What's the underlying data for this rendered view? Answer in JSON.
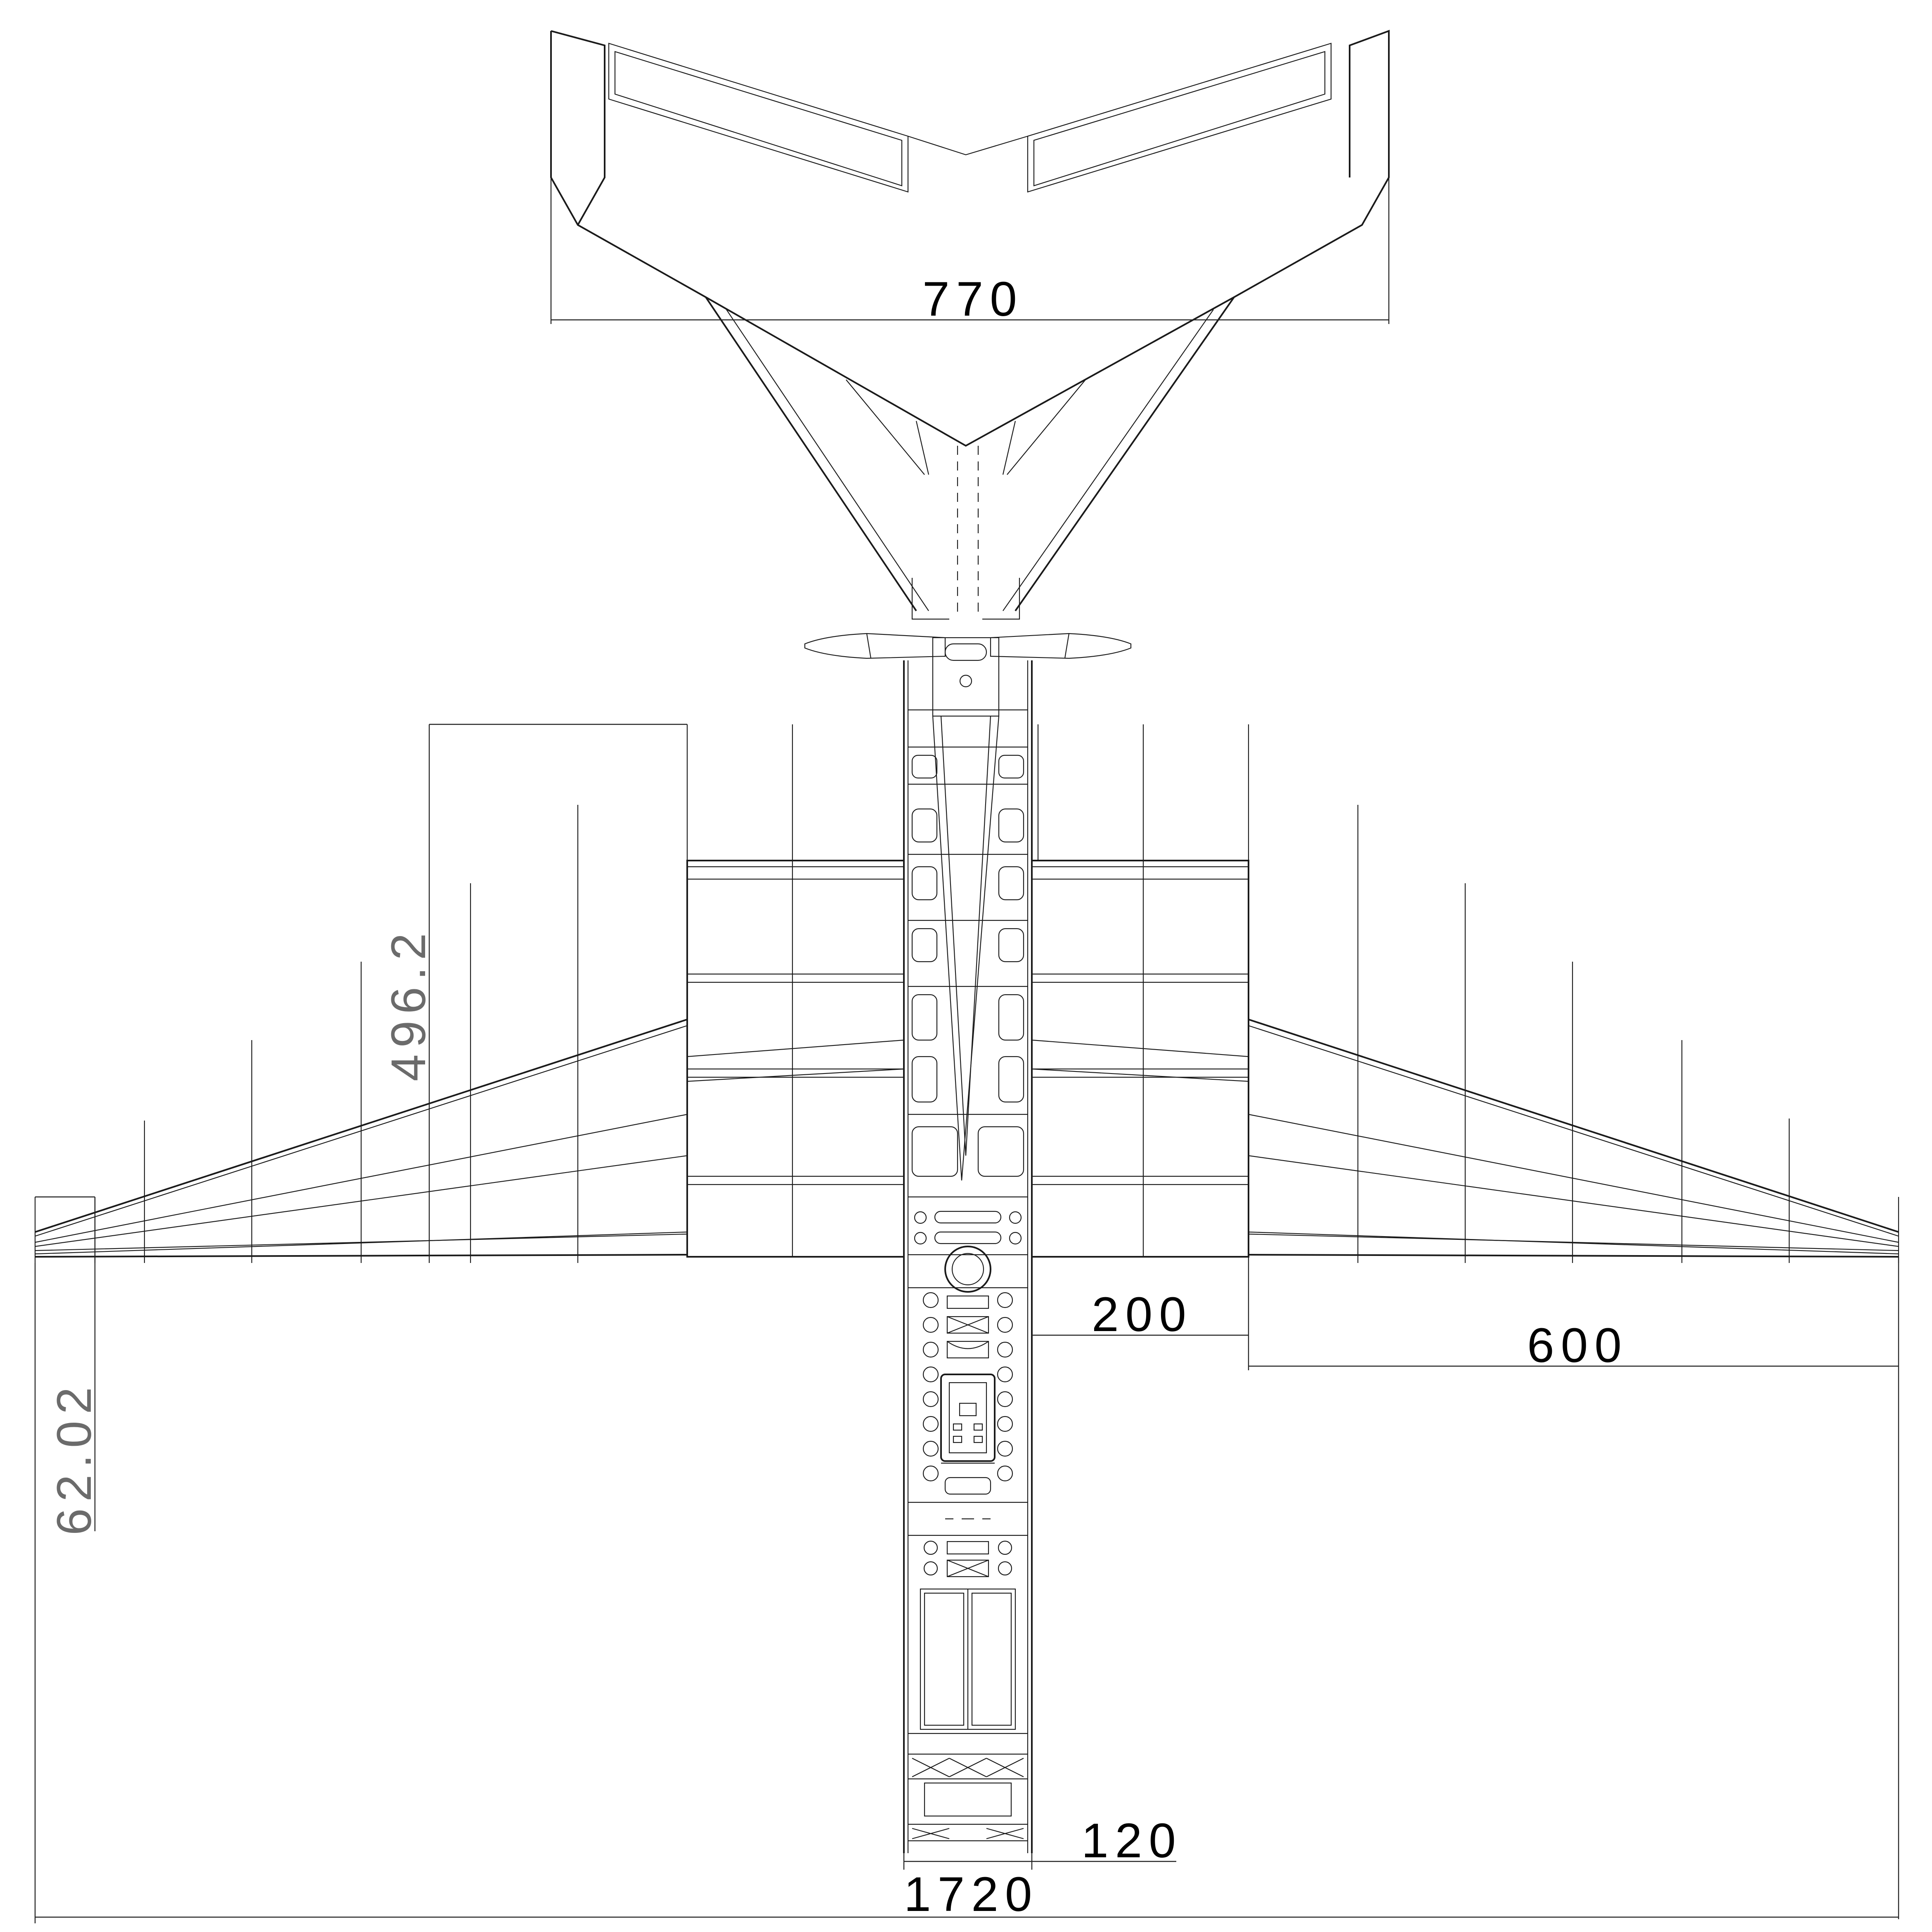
{
  "dimensions": {
    "tail_span": "770",
    "wing_root_chord": "496.2",
    "wingtip_chord": "62.02",
    "inner_wing_span": "200",
    "outer_wing_span": "600",
    "fuselage_width": "120",
    "total_span": "1720"
  },
  "colors": {
    "line": "#1a1a1a",
    "dimension_text": "#000000",
    "dimension_text_vertical": "#6b6b6b",
    "background": "#ffffff"
  }
}
